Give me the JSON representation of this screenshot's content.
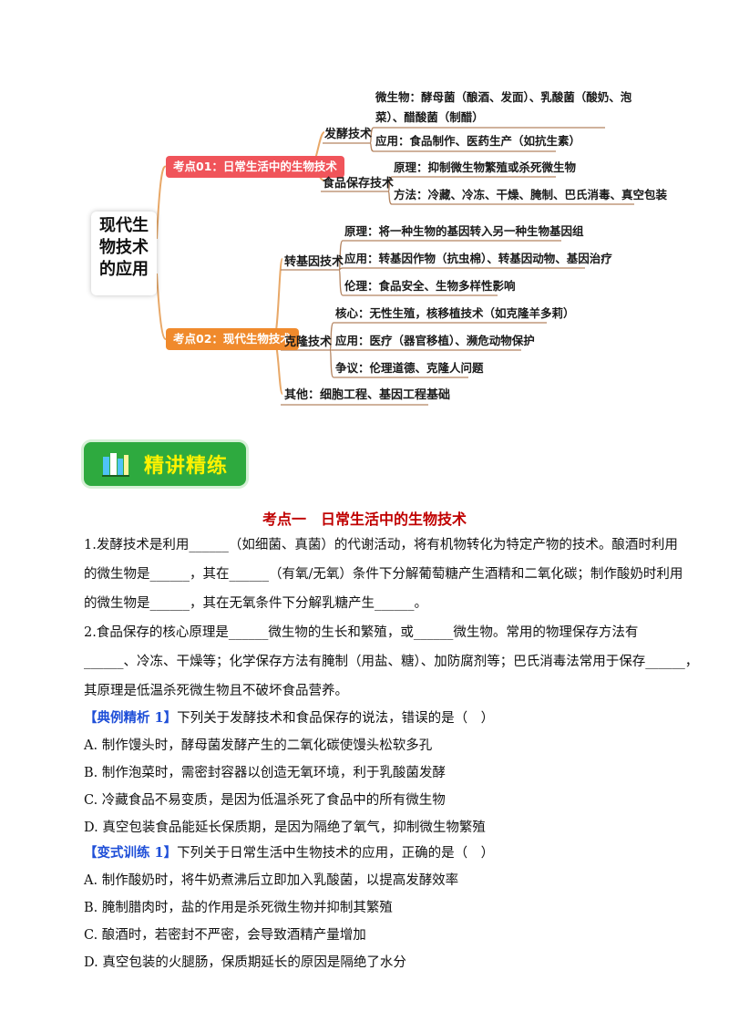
{
  "mindmap": {
    "root": [
      "现代生",
      "物技术",
      "的应用"
    ],
    "topic1": "考点01：日常生活中的生物技术",
    "topic2": "考点02：现代生物技术",
    "ferment": {
      "label": "发酵技术",
      "micro_line1": "微生物：酵母菌（酿酒、发面）、乳酸菌（酸奶、泡",
      "micro_line2": "菜）、醋酸菌（制醋）",
      "application": "应用：食品制作、医药生产（如抗生素）"
    },
    "preserve": {
      "label": "食品保存技术",
      "principle": "原理：抑制微生物繁殖或杀死微生物",
      "method": "方法：冷藏、冷冻、干燥、腌制、巴氏消毒、真空包装"
    },
    "transgenic": {
      "label": "转基因技术",
      "principle": "原理：将一种生物的基因转入另一种生物基因组",
      "application": "应用：转基因作物（抗虫棉）、转基因动物、基因治疗",
      "ethics": "伦理：食品安全、生物多样性影响"
    },
    "clone": {
      "label": "克隆技术",
      "core": "核心：无性生殖，核移植技术（如克隆羊多莉）",
      "application": "应用：医疗（器官移植）、濒危动物保护",
      "dispute": "争议：伦理道德、克隆人问题"
    },
    "other": "其他：细胞工程、基因工程基础",
    "colors": {
      "topic1": "#f0545a",
      "topic2": "#f08a2c",
      "line": "#e0a05a",
      "leaf_line": "#b08060"
    }
  },
  "banner": {
    "text": "精讲精练",
    "icon": "books-icon"
  },
  "section_title": "考点一　日常生活中的生物技术",
  "q1": {
    "line1": "1.发酵技术是利用______（如细菌、真菌）的代谢活动，将有机物转化为特定产物的技术。酿酒时利用",
    "line2": "的微生物是______，其在______（有氧/无氧）条件下分解葡萄糖产生酒精和二氧化碳；制作酸奶时利用",
    "line3": "的微生物是______，其在无氧条件下分解乳糖产生______。"
  },
  "q2": {
    "line1": "2.食品保存的核心原理是______微生物的生长和繁殖，或______微生物。常用的物理保存方法有",
    "line2": "______、冷冻、干燥等；化学保存方法有腌制（用盐、糖）、加防腐剂等；巴氏消毒法常用于保存______，",
    "line3": "其原理是低温杀死微生物且不破坏食品营养。"
  },
  "example1": {
    "tag": "【典例精析 1】",
    "stem": "下列关于发酵技术和食品保存的说法，错误的是（　）",
    "options": [
      "A. 制作馒头时，酵母菌发酵产生的二氧化碳使馒头松软多孔",
      "B. 制作泡菜时，需密封容器以创造无氧环境，利于乳酸菌发酵",
      "C. 冷藏食品不易变质，是因为低温杀死了食品中的所有微生物",
      "D. 真空包装食品能延长保质期，是因为隔绝了氧气，抑制微生物繁殖"
    ]
  },
  "variant1": {
    "tag": "【变式训练 1】",
    "stem": "下列关于日常生活中生物技术的应用，正确的是（　）",
    "options": [
      "A. 制作酸奶时，将牛奶煮沸后立即加入乳酸菌，以提高发酵效率",
      "B. 腌制腊肉时，盐的作用是杀死微生物并抑制其繁殖",
      "C. 酿酒时，若密封不严密，会导致酒精产量增加",
      "D. 真空包装的火腿肠，保质期延长的原因是隔绝了水分"
    ]
  }
}
